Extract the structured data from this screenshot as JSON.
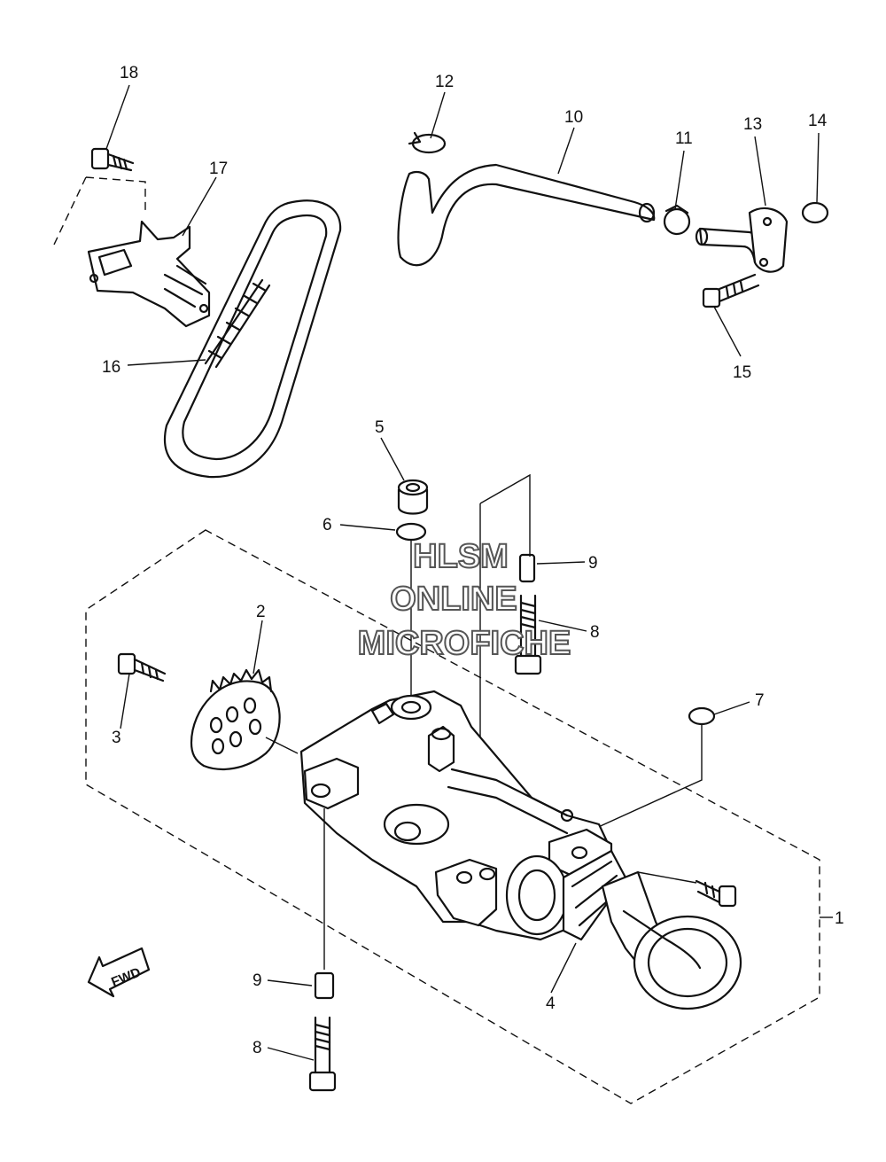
{
  "callouts": {
    "c1": "1",
    "c2": "2",
    "c3": "3",
    "c4": "4",
    "c5": "5",
    "c6": "6",
    "c7": "7",
    "c8a": "8",
    "c8b": "8",
    "c9a": "9",
    "c9b": "9",
    "c10": "10",
    "c11": "11",
    "c12": "12",
    "c13": "13",
    "c14": "14",
    "c15": "15",
    "c16": "16",
    "c17": "17",
    "c18": "18"
  },
  "fwd_label": "FWD",
  "watermark": {
    "line1": "HLSM",
    "line2": "ONLINE",
    "line3": "MICROFICHE"
  }
}
